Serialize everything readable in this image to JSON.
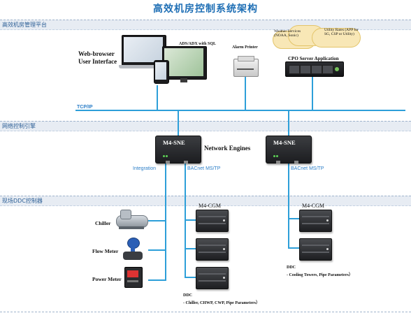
{
  "title": "高效机房控制系统架构",
  "bands": {
    "top": "高效机房管理平台",
    "middle": "网络控制引擎",
    "bottom": "现场DDC控制器"
  },
  "labels": {
    "web_browser_line1": "Web-browser",
    "web_browser_line2": "User Interface",
    "ads_adx": "ADS/ADX with SQL",
    "alarm_printer": "Alarm Printer",
    "cpo_server": "CPO Server Application",
    "weather_services": "Weather Services (NOAA, Sonic)",
    "utility_rates": "Utility Rates (APP for SG, CSP or Utility)",
    "tcp_ip": "TCP/IP",
    "network_engines": "Network Engines",
    "m4_sne_left": "M4-SNE",
    "m4_sne_right": "M4-SNE",
    "integration": "Integration",
    "bacnet_left": "BACnet MS/TP",
    "bacnet_right": "BACnet MS/TP",
    "m4_cgm_left": "M4-CGM",
    "m4_cgm_right": "M4-CGM",
    "chiller": "Chiller",
    "flow_meter": "Flow Meter",
    "power_meter": "Power Meter",
    "ddc_left_line1": "DDC",
    "ddc_left_line2": "- Chiller, CHWP, CWP, Pipe Parameters）",
    "ddc_right_line1": "DDC",
    "ddc_right_line2": "- Cooling Towers, Pipe Parameters）"
  },
  "icons": [
    "laptop-icon",
    "tablet-icon",
    "phone-icon",
    "printer-icon",
    "server-icon",
    "cloud-icon",
    "chiller-icon",
    "flow-meter-icon",
    "power-meter-icon"
  ],
  "colors": {
    "title": "#1f6fb5",
    "line": "#2d9fd9",
    "band": "#e7ecf3",
    "device": "#26272a"
  }
}
